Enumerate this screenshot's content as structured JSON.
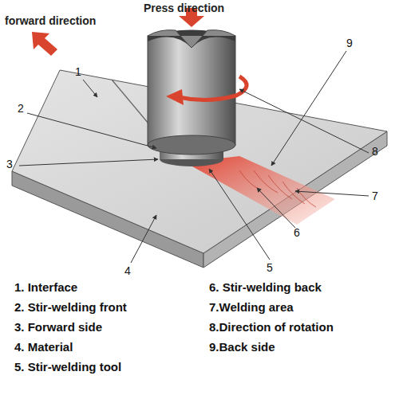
{
  "diagram": {
    "labels": [
      "forward direction",
      "Press direction",
      "1",
      "2",
      "3",
      "4",
      "5",
      "6",
      "7",
      "8",
      "9",
      "1. Interface",
      "2. Stir-welding front",
      "3. Forward side",
      "4. Material",
      "5. Stir-welding tool",
      "6. Stir-welding back",
      "7.Welding area",
      "8.Direction of rotation",
      "9.Back side"
    ]
  }
}
